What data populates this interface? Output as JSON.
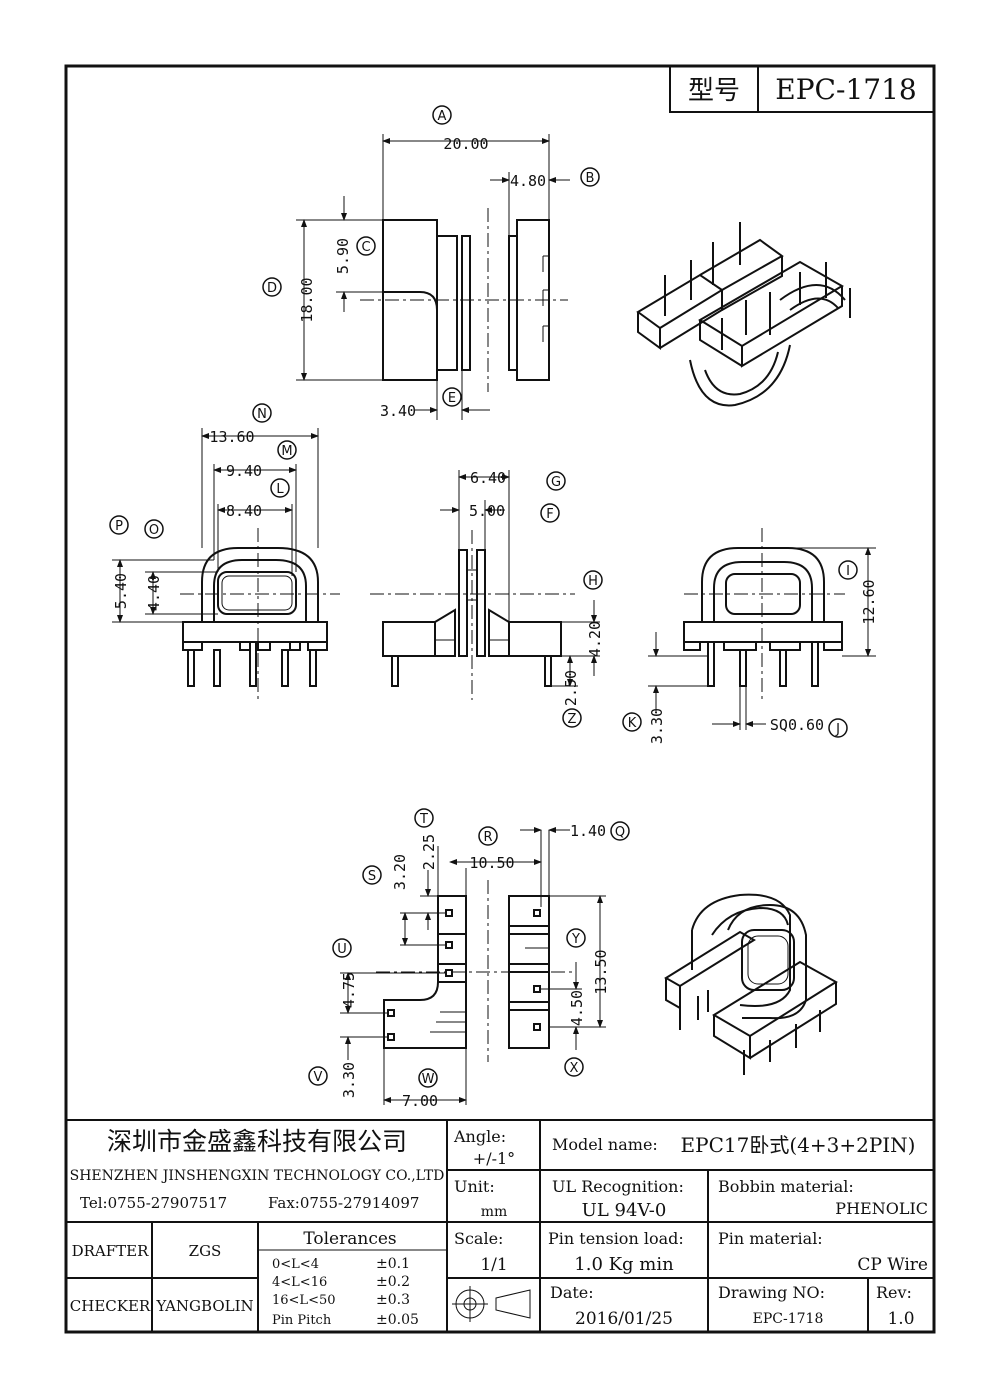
{
  "model_box": {
    "label": "型号",
    "value": "EPC-1718"
  },
  "dims": {
    "A": "20.00",
    "B": "4.80",
    "C": "5.90",
    "D": "18.00",
    "E": "3.40",
    "N": "13.60",
    "M": "9.40",
    "L": "8.40",
    "P": "5.40",
    "O": "4.40",
    "G": "6.40",
    "F": "5.00",
    "H": "4.20",
    "Z": "2.50",
    "I": "12.60",
    "K": "3.30",
    "J": "SQ0.60",
    "T": "2.25",
    "S": "3.20",
    "R": "10.50",
    "Q": "1.40",
    "Y": "13.50",
    "U": "4.75",
    "X": "4.50",
    "V": "3.30",
    "W": "7.00"
  },
  "letters": [
    "A",
    "B",
    "C",
    "D",
    "E",
    "N",
    "M",
    "L",
    "P",
    "O",
    "G",
    "F",
    "H",
    "Z",
    "I",
    "K",
    "J",
    "T",
    "S",
    "R",
    "Q",
    "Y",
    "U",
    "X",
    "V",
    "W"
  ],
  "title_block": {
    "company_cn": "深圳市金盛鑫科技有限公司",
    "company_en": "SHENZHEN JINSHENGXIN TECHNOLOGY CO.,LTD",
    "tel": "Tel:0755-27907517",
    "fax": "Fax:0755-27914097",
    "angle_label": "Angle:",
    "angle_value": "+/-1°",
    "model_name_label": "Model name:",
    "model_name_value": "EPC17卧式(4+3+2PIN)",
    "unit_label": "Unit:",
    "unit_value": "mm",
    "ul_label": "UL Recognition:",
    "ul_value": "UL 94V-0",
    "bobbin_label": "Bobbin material:",
    "bobbin_value": "PHENOLIC",
    "drafter_label": "DRAFTER",
    "drafter_value": "ZGS",
    "checker_label": "CHECKER",
    "checker_value": "YANGBOLIN",
    "tolerances_label": "Tolerances",
    "tolerances": [
      {
        "range": "0<L<4",
        "value": "±0.1"
      },
      {
        "range": "4<L<16",
        "value": "±0.2"
      },
      {
        "range": "16<L<50",
        "value": "±0.3"
      },
      {
        "range": "Pin Pitch",
        "value": "±0.05"
      }
    ],
    "scale_label": "Scale:",
    "scale_value": "1/1",
    "pin_tension_label": "Pin tension load:",
    "pin_tension_value": "1.0 Kg min",
    "pin_material_label": "Pin material:",
    "pin_material_value": "CP Wire",
    "date_label": "Date:",
    "date_value": "2016/01/25",
    "drawing_no_label": "Drawing NO:",
    "drawing_no_value": "EPC-1718",
    "rev_label": "Rev:",
    "rev_value": "1.0"
  }
}
